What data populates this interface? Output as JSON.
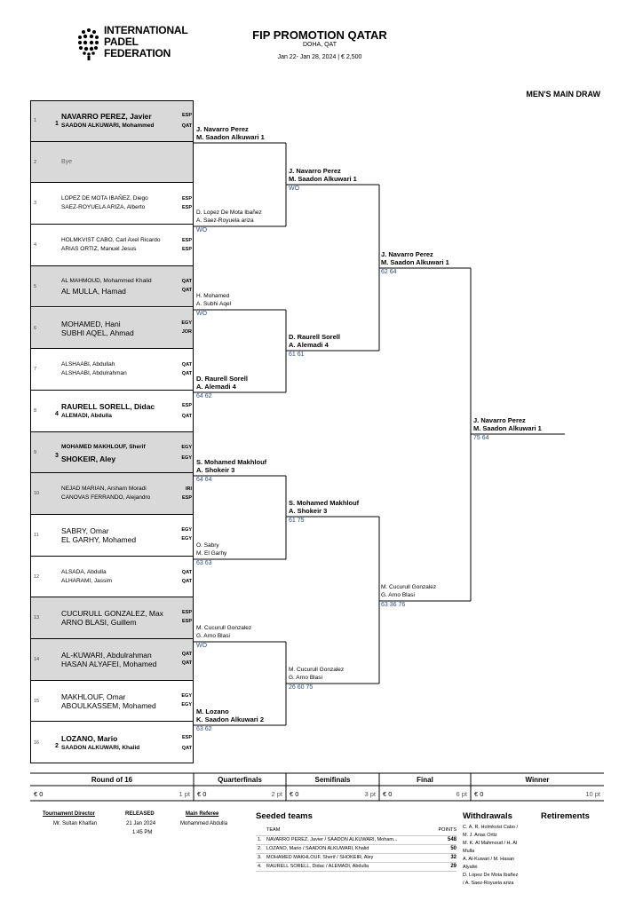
{
  "logo": {
    "line1": "INTERNATIONAL",
    "line2": "PADEL",
    "line3": "FEDERATION"
  },
  "header": {
    "title": "FIP PROMOTION QATAR",
    "location": "DOHA, QAT",
    "dates": "Jan 22- Jan 28, 2024  |  € 2,500"
  },
  "draw_title": "MEN'S MAIN DRAW",
  "entries": [
    {
      "pos": "1",
      "seed": "1",
      "p1": "NAVARRO PEREZ, Javier",
      "n1": "ESP",
      "p2": "SAADON ALKUWARI, Mohammed",
      "n2": "QAT"
    },
    {
      "pos": "2",
      "seed": "",
      "p1": "Bye",
      "n1": "",
      "p2": "",
      "n2": ""
    },
    {
      "pos": "3",
      "seed": "",
      "p1": "LOPEZ DE MOTA IBAÑEZ, Diego",
      "n1": "ESP",
      "p2": "SAEZ-ROYUELA ARIZA, Alberto",
      "n2": "ESP"
    },
    {
      "pos": "4",
      "seed": "",
      "p1": "HOLMKVIST CABO, Carl Axel Ricardo",
      "n1": "ESP",
      "p2": "ARIAS ORTIZ, Manuel Jesus",
      "n2": "ESP"
    },
    {
      "pos": "5",
      "seed": "",
      "p1": "AL MAHMOUD, Mohammed Khalid",
      "n1": "QAT",
      "p2": "AL MULLA, Hamad",
      "n2": "QAT"
    },
    {
      "pos": "6",
      "seed": "",
      "p1": "MOHAMED, Hani",
      "n1": "EGY",
      "p2": "SUBHI AQEL, Ahmad",
      "n2": "JOR"
    },
    {
      "pos": "7",
      "seed": "",
      "p1": "ALSHAABI, Abdullah",
      "n1": "QAT",
      "p2": "ALSHAABI, Abdulrahman",
      "n2": "QAT"
    },
    {
      "pos": "8",
      "seed": "4",
      "p1": "RAURELL SORELL, Didac",
      "n1": "ESP",
      "p2": "ALEMADI, Abdulla",
      "n2": "QAT"
    },
    {
      "pos": "9",
      "seed": "3",
      "p1": "MOHAMED MAKHLOUF, Sherif",
      "n1": "EGY",
      "p2": "SHOKEIR, Aley",
      "n2": "EGY"
    },
    {
      "pos": "10",
      "seed": "",
      "p1": "NEJAD MARIAN, Arsham Moradi",
      "n1": "IRI",
      "p2": "CANOVAS FERRANDO, Alejandro",
      "n2": "ESP"
    },
    {
      "pos": "11",
      "seed": "",
      "p1": "SABRY, Omar",
      "n1": "EGY",
      "p2": "EL GARHY, Mohamed",
      "n2": "EGY"
    },
    {
      "pos": "12",
      "seed": "",
      "p1": "ALSADA, Abdulla",
      "n1": "QAT",
      "p2": "ALHARAMI, Jassim",
      "n2": "QAT"
    },
    {
      "pos": "13",
      "seed": "",
      "p1": "CUCURULL GONZALEZ, Max",
      "n1": "ESP",
      "p2": "ARNO BLASI, Guillem",
      "n2": "ESP"
    },
    {
      "pos": "14",
      "seed": "",
      "p1": "AL-KUWARI, Abdulrahman",
      "n1": "QAT",
      "p2": "HASAN ALYAFEI, Mohamed",
      "n2": "QAT"
    },
    {
      "pos": "15",
      "seed": "",
      "p1": "MAKHLOUF, Omar",
      "n1": "EGY",
      "p2": "ABOULKASSEM, Mohamed",
      "n2": "EGY"
    },
    {
      "pos": "16",
      "seed": "2",
      "p1": "LOZANO, Mario",
      "n1": "ESP",
      "p2": "SAADON ALKUWARI, Khalid",
      "n2": "QAT"
    }
  ],
  "r16": [
    {
      "l1": "J. Navarro Perez",
      "l2": "M. Saadon Alkuwari  1",
      "score": ""
    },
    {
      "l1": "D. Lopez De Mota Ibañez",
      "l2": "A. Saez-Royuela ariza",
      "score": "WO"
    },
    {
      "l1": "H. Mohamed",
      "l2": "A. Subhi Aqel",
      "score": "WO"
    },
    {
      "l1": "D. Raurell Sorell",
      "l2": "A. Alemadi  4",
      "score": "64 62"
    },
    {
      "l1": "S. Mohamed Makhlouf",
      "l2": "A. Shokeir  3",
      "score": "64 64"
    },
    {
      "l1": "O. Sabry",
      "l2": "M. El Garhy",
      "score": "63 63"
    },
    {
      "l1": "M. Cucurull Gonzalez",
      "l2": "G. Arno Blasi",
      "score": "WO"
    },
    {
      "l1": "M. Lozano",
      "l2": "K. Saadon Alkuwari  2",
      "score": "63 62"
    }
  ],
  "qf": [
    {
      "l1": "J. Navarro Perez",
      "l2": "M. Saadon Alkuwari  1",
      "score": "WO"
    },
    {
      "l1": "D. Raurell Sorell",
      "l2": "A. Alemadi  4",
      "score": "61 61"
    },
    {
      "l1": "S. Mohamed Makhlouf",
      "l2": "A. Shokeir  3",
      "score": "61 75"
    },
    {
      "l1": "M. Cucurull Gonzalez",
      "l2": "G. Arno Blasi",
      "score": "26 60 75"
    }
  ],
  "sf": [
    {
      "l1": "J. Navarro Perez",
      "l2": "M. Saadon Alkuwari  1",
      "score": "62 64"
    },
    {
      "l1": "M. Cucurull Gonzalez",
      "l2": "G. Arno Blasi",
      "score": "63 36 76"
    }
  ],
  "final": {
    "l1": "J. Navarro Perez",
    "l2": "M. Saadon Alkuwari  1",
    "score": "75 64"
  },
  "rounds": [
    {
      "name": "Round of 16",
      "prize": "€ 0",
      "pts": "1 pt"
    },
    {
      "name": "Quarterfinals",
      "prize": "€ 0",
      "pts": "2 pt"
    },
    {
      "name": "Semifinals",
      "prize": "€ 0",
      "pts": "3 pt"
    },
    {
      "name": "Final",
      "prize": "€ 0",
      "pts": "6 pt"
    },
    {
      "name": "Winner",
      "prize": "€ 0",
      "pts": "10 pt"
    }
  ],
  "footer": {
    "director_label": "Tournament Director",
    "director": "Mr. Sultan Khalfan",
    "released_label": "RELEASED",
    "released_date": "21 Jan 2024",
    "released_time": "1:45 PM",
    "referee_label": "Main Referee",
    "referee": "Mohammed Abdulla",
    "seeded_title": "Seeded teams",
    "seeded_col_team": "TEAM",
    "seeded_col_points": "POINTS",
    "seeded": [
      {
        "n": "1.",
        "team": "NAVARRO PEREZ, Javier / SAADON ALKUWARI, Moham...",
        "pts": "548"
      },
      {
        "n": "2.",
        "team": "LOZANO, Mario / SAADON ALKUWARI, Khalid",
        "pts": "50"
      },
      {
        "n": "3.",
        "team": "MOHAMED MAKHLOUF, Sherif / SHOKEIR, Aley",
        "pts": "32"
      },
      {
        "n": "4.",
        "team": "RAURELL SORELL, Didac / ALEMADI, Abdulla",
        "pts": "29"
      }
    ],
    "withdrawals_title": "Withdrawals",
    "withdrawals": [
      "C. A. R. Holmkvist Cabo /",
      "M. J. Arias Ortiz",
      "M. K. Al Mahmoud / H. Al",
      "Mulla",
      "A. Al-Kuwari / M. Hasan",
      "Alyafei",
      "D. Lopez De Mota Ibañez",
      "/ A. Saez-Royuela ariza"
    ],
    "retirements_title": "Retirements"
  }
}
